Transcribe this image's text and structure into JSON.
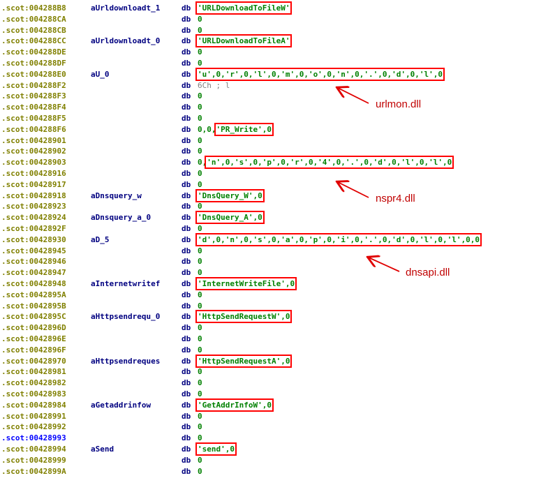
{
  "listing": {
    "rows": [
      {
        "addr": "004288B8",
        "name": "aUrldownloadt_1",
        "directive": "db",
        "operand": "'URLDownloadToFileW'",
        "operand_kind": "str",
        "highlight": true
      },
      {
        "addr": "004288CA",
        "name": "",
        "directive": "db",
        "operand": "0",
        "operand_kind": "num",
        "highlight": false
      },
      {
        "addr": "004288CB",
        "name": "",
        "directive": "db",
        "operand": "0",
        "operand_kind": "num",
        "highlight": false
      },
      {
        "addr": "004288CC",
        "name": "aUrldownloadt_0",
        "directive": "db",
        "operand": "'URLDownloadToFileA'",
        "operand_kind": "str",
        "highlight": true
      },
      {
        "addr": "004288DE",
        "name": "",
        "directive": "db",
        "operand": "0",
        "operand_kind": "num",
        "highlight": false
      },
      {
        "addr": "004288DF",
        "name": "",
        "directive": "db",
        "operand": "0",
        "operand_kind": "num",
        "highlight": false
      },
      {
        "addr": "004288E0",
        "name": "aU_0",
        "directive": "db",
        "operand": "'u',0,'r',0,'l',0,'m',0,'o',0,'n',0,'.',0,'d',0,'l',0",
        "operand_kind": "str",
        "highlight": true
      },
      {
        "addr": "004288F2",
        "name": "",
        "directive": "db",
        "operand": "6Ch ; l",
        "operand_kind": "cmt",
        "highlight": false
      },
      {
        "addr": "004288F3",
        "name": "",
        "directive": "db",
        "operand": "0",
        "operand_kind": "num",
        "highlight": false
      },
      {
        "addr": "004288F4",
        "name": "",
        "directive": "db",
        "operand": "0",
        "operand_kind": "num",
        "highlight": false
      },
      {
        "addr": "004288F5",
        "name": "",
        "directive": "db",
        "operand": "0",
        "operand_kind": "num",
        "highlight": false
      },
      {
        "addr": "004288F6",
        "name": "",
        "directive": "db",
        "operand": "0,0,'PR_Write',0",
        "operand_kind": "str",
        "highlight": true
      },
      {
        "addr": "00428901",
        "name": "",
        "directive": "db",
        "operand": "0",
        "operand_kind": "num",
        "highlight": false
      },
      {
        "addr": "00428902",
        "name": "",
        "directive": "db",
        "operand": "0",
        "operand_kind": "num",
        "highlight": false
      },
      {
        "addr": "00428903",
        "name": "",
        "directive": "db",
        "operand": "0,'n',0,'s',0,'p',0,'r',0,'4',0,'.',0,'d',0,'l',0,'l',0",
        "operand_kind": "str",
        "highlight": true
      },
      {
        "addr": "00428916",
        "name": "",
        "directive": "db",
        "operand": "0",
        "operand_kind": "num",
        "highlight": false
      },
      {
        "addr": "00428917",
        "name": "",
        "directive": "db",
        "operand": "0",
        "operand_kind": "num",
        "highlight": false
      },
      {
        "addr": "00428918",
        "name": "aDnsquery_w",
        "directive": "db",
        "operand": "'DnsQuery_W',0",
        "operand_kind": "str",
        "highlight": true
      },
      {
        "addr": "00428923",
        "name": "",
        "directive": "db",
        "operand": "0",
        "operand_kind": "num",
        "highlight": false
      },
      {
        "addr": "00428924",
        "name": "aDnsquery_a_0",
        "directive": "db",
        "operand": "'DnsQuery_A',0",
        "operand_kind": "str",
        "highlight": true
      },
      {
        "addr": "0042892F",
        "name": "",
        "directive": "db",
        "operand": "0",
        "operand_kind": "num",
        "highlight": false
      },
      {
        "addr": "00428930",
        "name": "aD_5",
        "directive": "db",
        "operand": "'d',0,'n',0,'s',0,'a',0,'p',0,'i',0,'.',0,'d',0,'l',0,'l',0,0",
        "operand_kind": "str",
        "highlight": true
      },
      {
        "addr": "00428945",
        "name": "",
        "directive": "db",
        "operand": "0",
        "operand_kind": "num",
        "highlight": false
      },
      {
        "addr": "00428946",
        "name": "",
        "directive": "db",
        "operand": "0",
        "operand_kind": "num",
        "highlight": false
      },
      {
        "addr": "00428947",
        "name": "",
        "directive": "db",
        "operand": "0",
        "operand_kind": "num",
        "highlight": false
      },
      {
        "addr": "00428948",
        "name": "aInternetwritef",
        "directive": "db",
        "operand": "'InternetWriteFile',0",
        "operand_kind": "str",
        "highlight": true
      },
      {
        "addr": "0042895A",
        "name": "",
        "directive": "db",
        "operand": "0",
        "operand_kind": "num",
        "highlight": false
      },
      {
        "addr": "0042895B",
        "name": "",
        "directive": "db",
        "operand": "0",
        "operand_kind": "num",
        "highlight": false
      },
      {
        "addr": "0042895C",
        "name": "aHttpsendrequ_0",
        "directive": "db",
        "operand": "'HttpSendRequestW',0",
        "operand_kind": "str",
        "highlight": true
      },
      {
        "addr": "0042896D",
        "name": "",
        "directive": "db",
        "operand": "0",
        "operand_kind": "num",
        "highlight": false
      },
      {
        "addr": "0042896E",
        "name": "",
        "directive": "db",
        "operand": "0",
        "operand_kind": "num",
        "highlight": false
      },
      {
        "addr": "0042896F",
        "name": "",
        "directive": "db",
        "operand": "0",
        "operand_kind": "num",
        "highlight": false
      },
      {
        "addr": "00428970",
        "name": "aHttpsendreques",
        "directive": "db",
        "operand": "'HttpSendRequestA',0",
        "operand_kind": "str",
        "highlight": true
      },
      {
        "addr": "00428981",
        "name": "",
        "directive": "db",
        "operand": "0",
        "operand_kind": "num",
        "highlight": false
      },
      {
        "addr": "00428982",
        "name": "",
        "directive": "db",
        "operand": "0",
        "operand_kind": "num",
        "highlight": false
      },
      {
        "addr": "00428983",
        "name": "",
        "directive": "db",
        "operand": "0",
        "operand_kind": "num",
        "highlight": false
      },
      {
        "addr": "00428984",
        "name": "aGetaddrinfow",
        "directive": "db",
        "operand": "'GetAddrInfoW',0",
        "operand_kind": "str",
        "highlight": true
      },
      {
        "addr": "00428991",
        "name": "",
        "directive": "db",
        "operand": "0",
        "operand_kind": "num",
        "highlight": false
      },
      {
        "addr": "00428992",
        "name": "",
        "directive": "db",
        "operand": "0",
        "operand_kind": "num",
        "highlight": false
      },
      {
        "addr": "00428993",
        "name": "",
        "directive": "db",
        "operand": "0",
        "operand_kind": "num",
        "highlight": false,
        "addr_color": "blue"
      },
      {
        "addr": "00428994",
        "name": "aSend",
        "directive": "db",
        "operand": "'send',0",
        "operand_kind": "str",
        "highlight": true
      },
      {
        "addr": "00428999",
        "name": "",
        "directive": "db",
        "operand": "0",
        "operand_kind": "num",
        "highlight": false
      },
      {
        "addr": "0042899A",
        "name": "",
        "directive": "db",
        "operand": "0",
        "operand_kind": "num",
        "highlight": false
      }
    ],
    "section_prefix": ".scot:"
  },
  "annotations": [
    {
      "label": "urlmon.dll"
    },
    {
      "label": "nspr4.dll"
    },
    {
      "label": "dnsapi.dll"
    }
  ],
  "colors": {
    "address": "#808000",
    "address_highlight": "#0000ff",
    "name": "#000080",
    "operand": "#008000",
    "comment": "#808080",
    "highlight_box": "#ff0000",
    "annotation": "#c00000"
  }
}
